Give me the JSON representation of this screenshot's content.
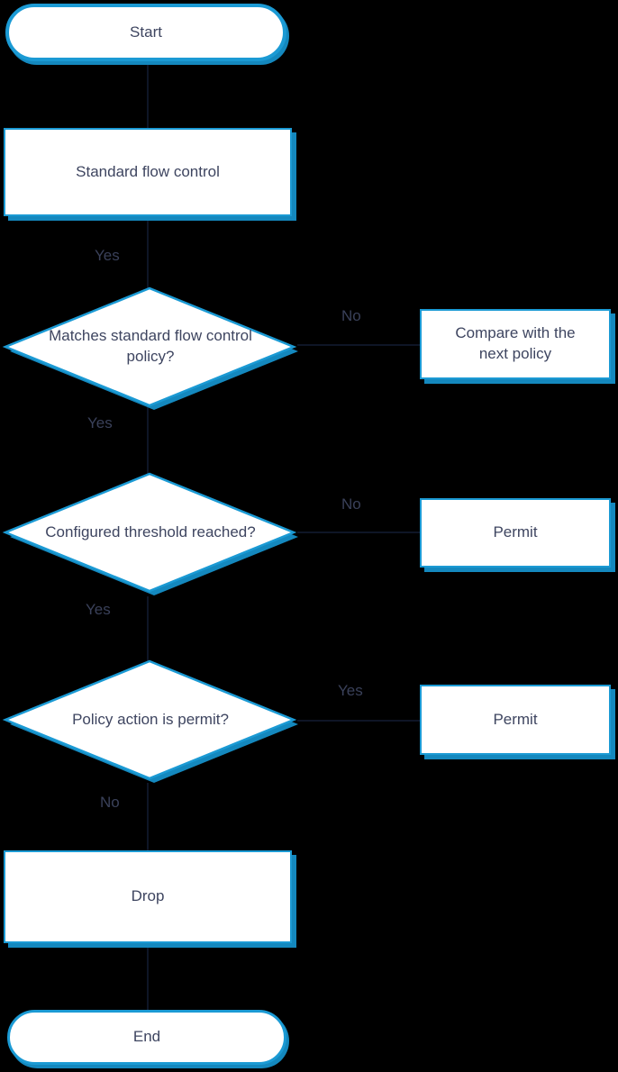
{
  "colors": {
    "background": "#000000",
    "node_border": "#1B9AD4",
    "node_fill": "#FFFFFF",
    "node_shadow": "#1488BE",
    "text": "#3E4560"
  },
  "nodes": {
    "start": {
      "type": "terminator",
      "label": "Start"
    },
    "standard_flow": {
      "type": "process",
      "label": "Standard flow control"
    },
    "match_policy": {
      "type": "decision",
      "label": "Matches standard flow control policy?"
    },
    "compare_next": {
      "type": "process",
      "label": "Compare with the next policy"
    },
    "threshold": {
      "type": "decision",
      "label": "Configured threshold reached?"
    },
    "permit_threshold": {
      "type": "process",
      "label": "Permit"
    },
    "policy_action": {
      "type": "decision",
      "label": "Policy action is permit?"
    },
    "permit_action": {
      "type": "process",
      "label": "Permit"
    },
    "drop": {
      "type": "process",
      "label": "Drop"
    },
    "end": {
      "type": "terminator",
      "label": "End"
    }
  },
  "edge_labels": {
    "yes_into_match": "Yes",
    "no_match": "No",
    "yes_match": "Yes",
    "no_threshold": "No",
    "yes_threshold": "Yes",
    "yes_action": "Yes",
    "no_action": "No"
  }
}
